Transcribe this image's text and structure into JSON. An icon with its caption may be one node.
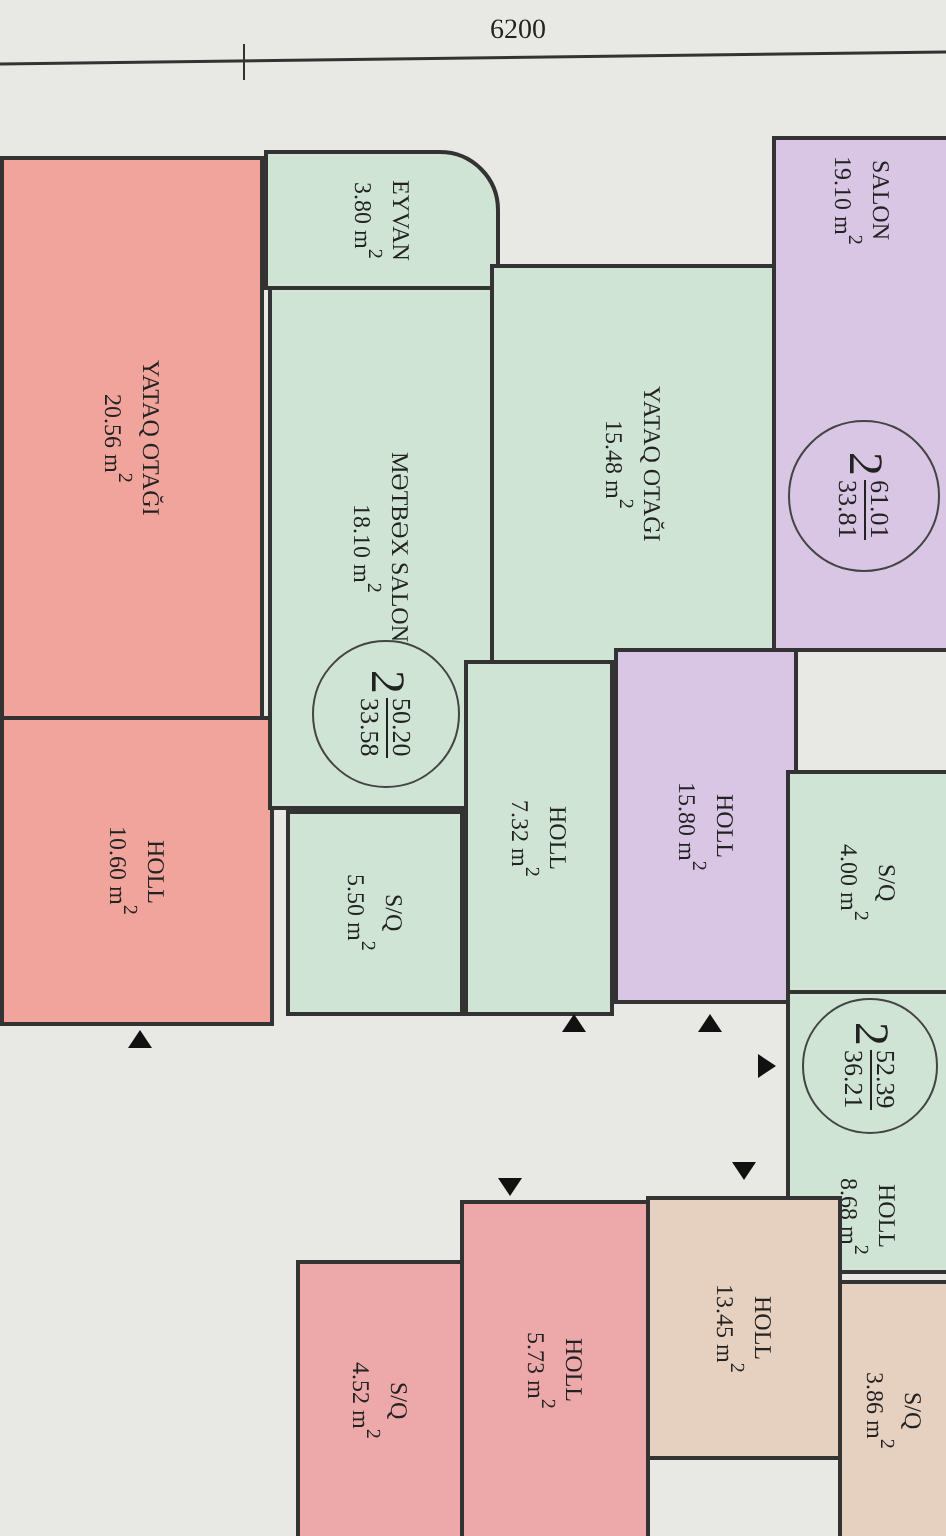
{
  "diagram": {
    "nodes": [
      {
        "text": [
          "YATAQ OTAĞI",
          "20.56 m$^{2}$"
        ]
      },
      {
        "text": [
          "HOLL",
          "10.60 m$^{2}$"
        ]
      },
      {
        "text": [
          "EYVAN",
          "3.80 m$^{2}$"
        ]
      },
      {
        "text": [
          "MƏTBƏX SALON",
          "18.10 m$^{2}$"
        ]
      },
      {
        "text": [
          "YATAQ OTAĞI",
          "15.48 m$^{2}$"
        ]
      },
      {
        "text": [
          "HOLL",
          "7.32 m$^{2}$"
        ]
      },
      {
        "text": [
          "S/Q",
          "5.50 m$^{2}$"
        ]
      },
      {
        "text": [
          "SALON",
          "19.10 m$^{2}$"
        ]
      },
      {
        "text": [
          "HOLL",
          "15.80 m$^{2}$"
        ]
      },
      {
        "text": [
          "S/Q",
          "4.00 m$^{2}$"
        ]
      },
      {
        "text": [
          "HOLL",
          "8.68 m$^{2}$"
        ]
      },
      {
        "text": [
          "S/Q",
          "4.52 m$^{2}$"
        ]
      },
      {
        "text": [
          "HOLL",
          "5.73 m$^{2}$"
        ]
      },
      {
        "text": [
          "HOLL",
          "13.45 m$^{2}$"
        ]
      },
      {
        "text": [
          "S/Q",
          "3.86 m$^{2}$"
        ]
      },
      {
        "text": [
          "2",
          "50.20",
          "33.58"
        ],
        "in": 3
      },
      {
        "text": [
          "2",
          "61.01",
          "33.81"
        ],
        "in": 7
      },
      {
        "text": [
          "2",
          "52.39",
          "36.21"
        ],
        "in": 10
      }
    ],
    "edges": [],
    "labels": [
      "6200"
    ]
  }
}
